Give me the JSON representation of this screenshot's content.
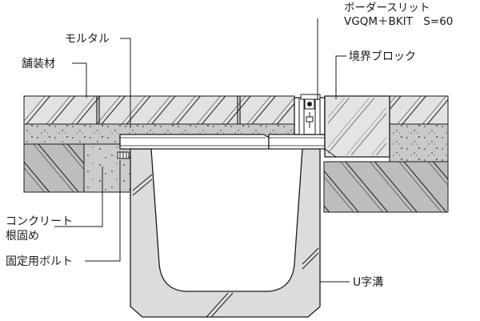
{
  "labels": {
    "mortar": "モルタル",
    "paving": "舗装材",
    "slit_line1": "ボーダースリット",
    "slit_line2": "VGQM＋BKIT　S=60",
    "border_block": "境界ブロック",
    "concrete_line1": "コンクリート",
    "concrete_line2": "根固め",
    "bolt": "固定用ボルト",
    "u_ditch": "U字溝"
  },
  "colors": {
    "line": "#1a1a1a",
    "paving_fill": "#e2e2e2",
    "mortar_fill": "#c9c9c9",
    "base_fill": "#bdbdbd",
    "concrete_fill": "#cccccc",
    "ditch_fill": "#dcdcdc",
    "block_fill": "#e4e4e4",
    "background": "#ffffff"
  }
}
